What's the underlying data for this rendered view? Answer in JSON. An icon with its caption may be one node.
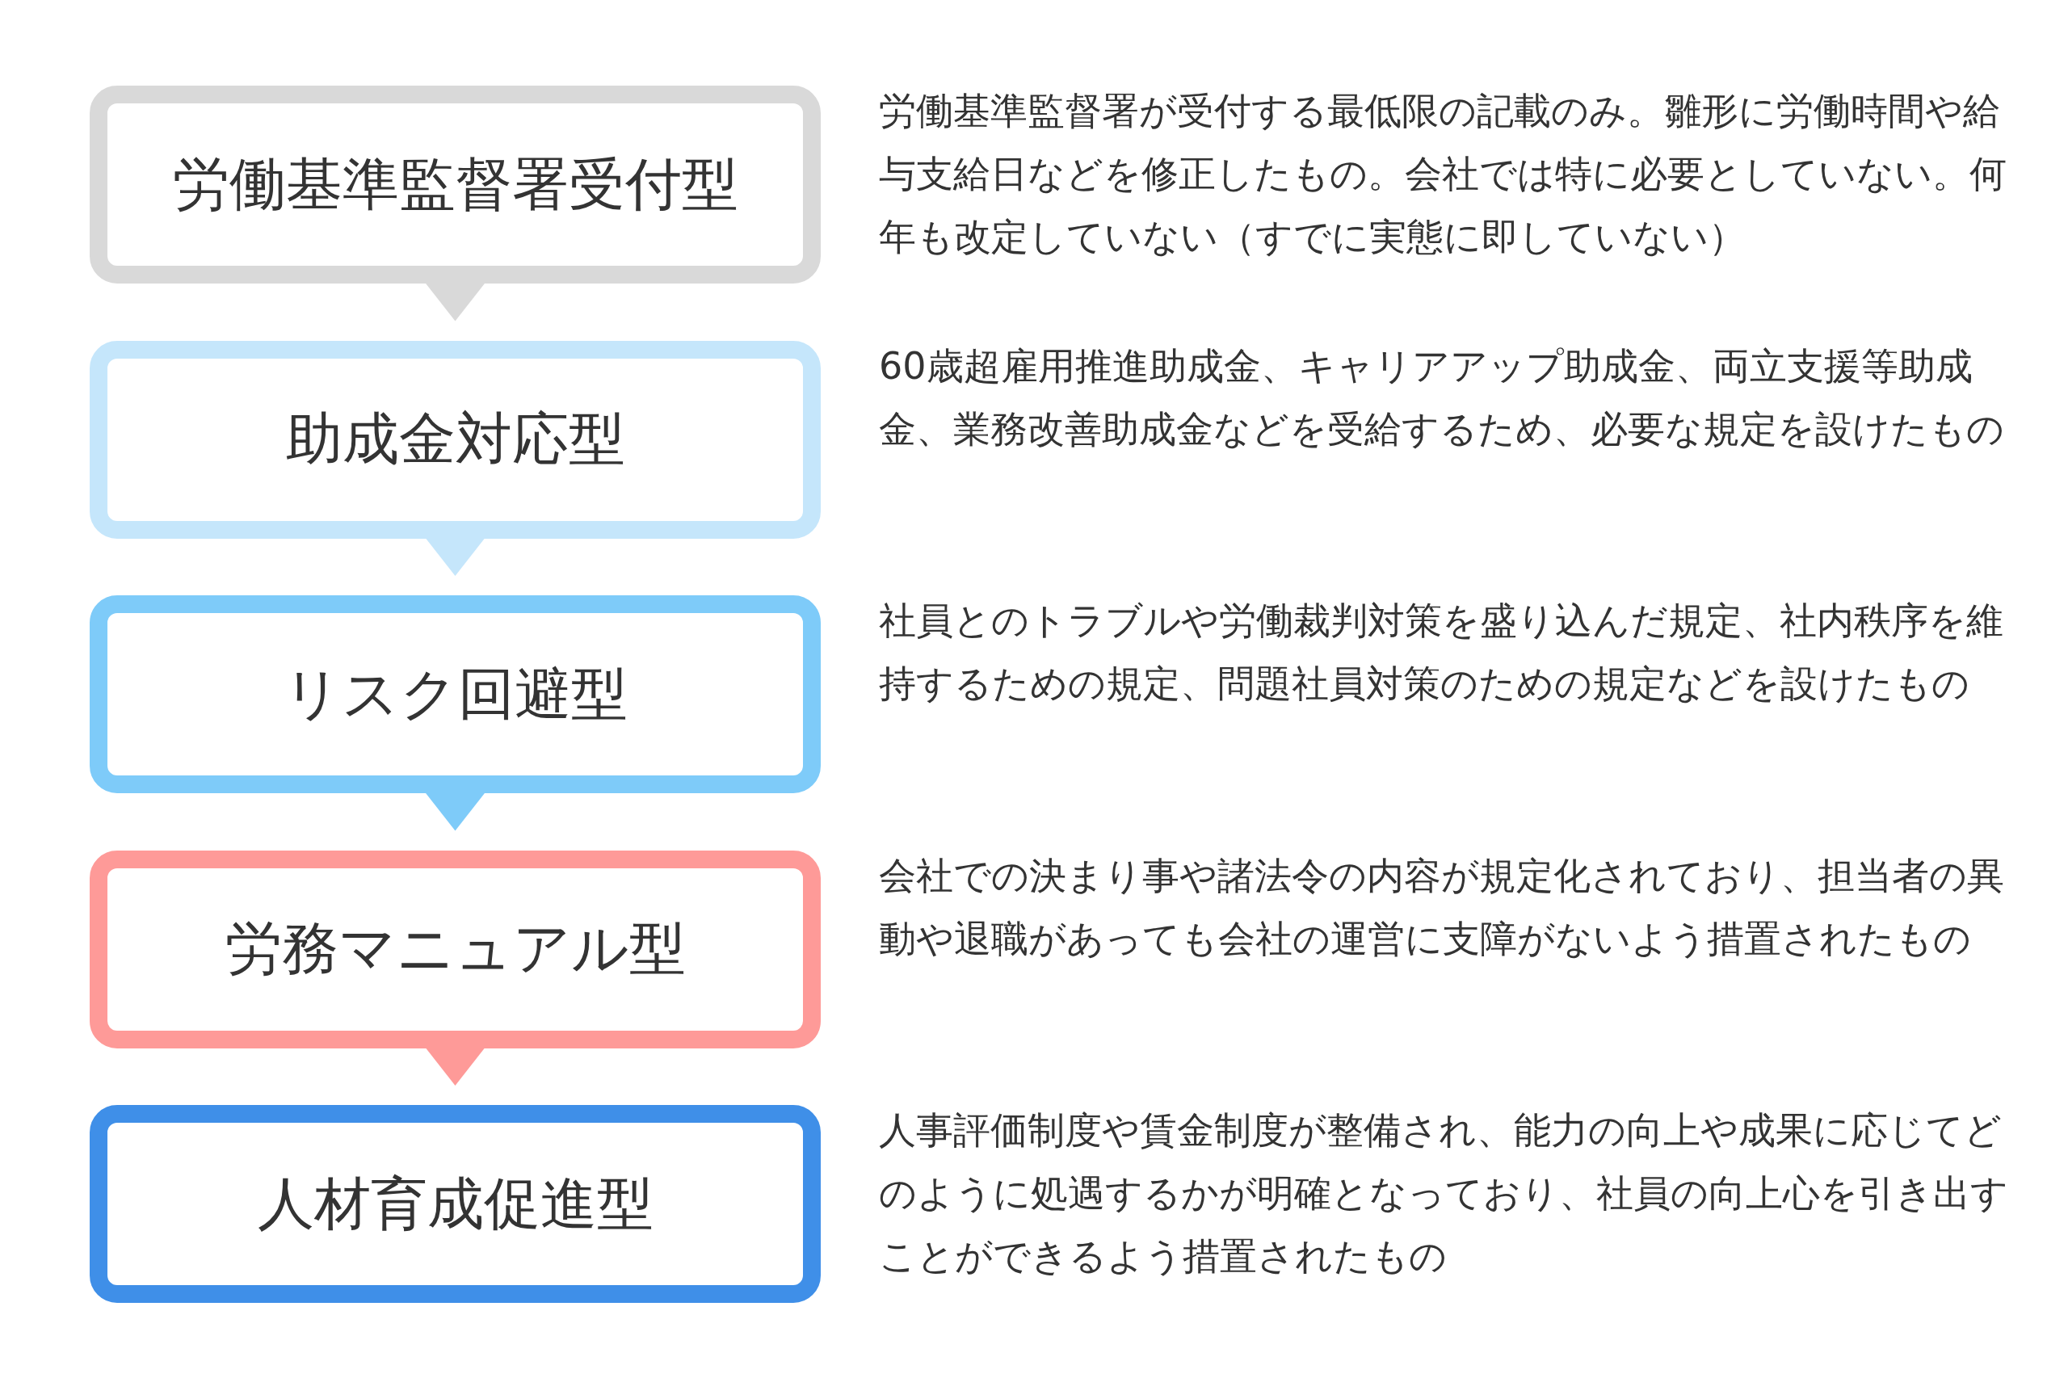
{
  "diagram": {
    "nodes": [
      {
        "text": [
          "労働基準監督署受付型"
        ],
        "beside": [
          "労働基準監督署が受付する最低限の記載のみ。雛形に労働時間や給与支給日などを修正したもの。会社では特に必要としていない。何年も改定していない（すでに実態に即していない）"
        ]
      },
      {
        "text": [
          "助成金対応型"
        ],
        "beside": [
          "60歳超雇用推進助成金、キャリアアップ助成金、両立支援等助成金、業務改善助成金などを受給するため、必要な規定を設けたもの"
        ]
      },
      {
        "text": [
          "リスク回避型"
        ],
        "beside": [
          "社員とのトラブルや労働裁判対策を盛り込んだ規定、社内秩序を維持するための規定、問題社員対策のための規定などを設けたもの"
        ]
      },
      {
        "text": [
          "労務マニュアル型"
        ],
        "beside": [
          "会社での決まり事や諸法令の内容が規定化されており、担当者の異動や退職があっても会社の運営に支障がないよう措置されたもの"
        ]
      },
      {
        "text": [
          "人材育成促進型"
        ],
        "beside": [
          "人事評価制度や賃金制度が整備され、能力の向上や成果に応じてどのように処遇するかが明確となっており、社員の向上心を引き出すことができるよう措置されたもの"
        ]
      }
    ],
    "edges": [
      {
        "from": 0,
        "to": 1,
        "arrow": "to",
        "color": "#d9d9d9"
      },
      {
        "from": 1,
        "to": 2,
        "arrow": "to",
        "color": "#c5e6fb"
      },
      {
        "from": 2,
        "to": 3,
        "arrow": "to",
        "color": "#7ecbf9"
      },
      {
        "from": 3,
        "to": 4,
        "arrow": "to",
        "color": "#fe9a98"
      }
    ]
  }
}
